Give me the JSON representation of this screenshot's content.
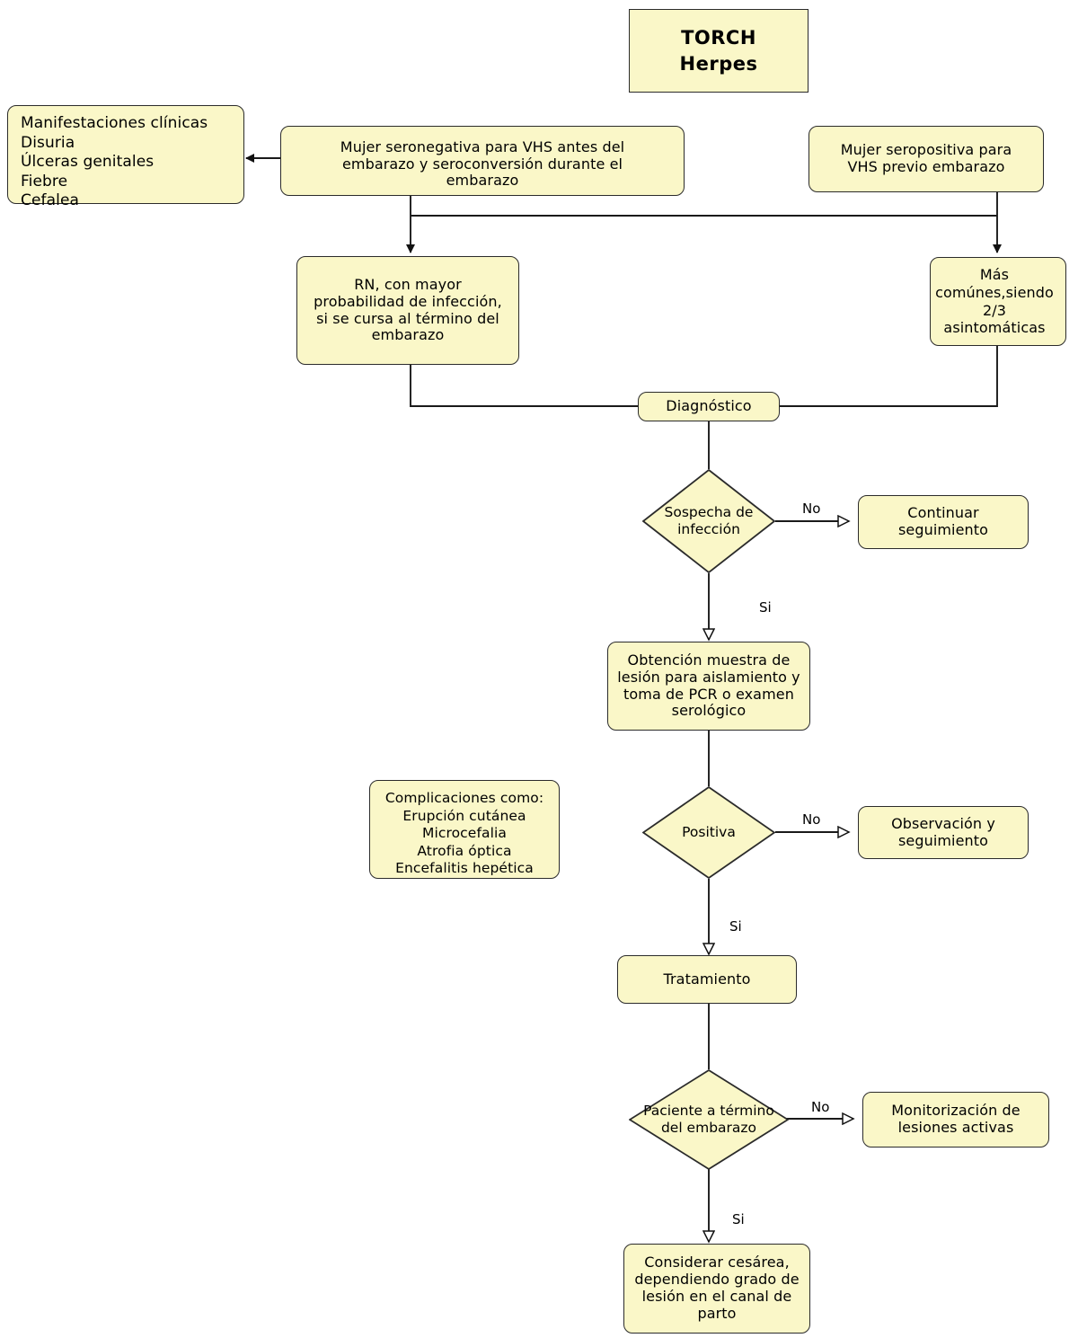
{
  "diagram": {
    "title_node": {
      "label": "TORCH\nHerpes"
    },
    "nodes": {
      "manifestaciones": "Manifestaciones clínicas\nDisuria\nÚlceras genitales\nFiebre\nCefalea",
      "seronegativa": "Mujer seronegativa para VHS antes del\nembarazo y seroconversión durante el\nembarazo",
      "seropositiva": "Mujer seropositiva para\nVHS previo embarazo",
      "rn_infeccion": "RN, con mayor\nprobabilidad de  infección,\nsi se cursa al término del\nembarazo",
      "mas_comunes": "Más\ncomúnes,siendo\n2/3\nasintomáticas",
      "diagnostico": "Diagnóstico",
      "sospecha_infeccion": "Sospecha de\ninfección",
      "continuar_seguimiento": "Continuar\nseguimiento",
      "obtencion_muestra": "Obtención muestra de\nlesión para aislamiento y\ntoma de PCR o examen\nserológico",
      "complicaciones": "Complicaciones como:\nErupción cutánea\nMicrocefalia\nAtrofia óptica\nEncefalitis hepética",
      "positiva": "Positiva",
      "observacion_seguimiento": "Observación y\nseguimiento",
      "tratamiento": "Tratamiento",
      "paciente_termino": "Paciente a término\ndel embarazo",
      "monitorizacion": "Monitorización de\nlesiones activas",
      "considerar_cesarea": "Considerar cesárea,\ndependiendo grado de\nlesión en el canal de\nparto"
    },
    "edge_labels": {
      "no_sospecha": "No",
      "si_sospecha": "Si",
      "no_positiva": "No",
      "si_positiva": "Si",
      "no_termino": "No",
      "si_termino": "Si"
    },
    "colors": {
      "node_fill": "#faf7c8",
      "node_stroke": "#2b2b2b",
      "connector": "#1a1a1a",
      "text": "#000000",
      "background": "#ffffff"
    }
  }
}
